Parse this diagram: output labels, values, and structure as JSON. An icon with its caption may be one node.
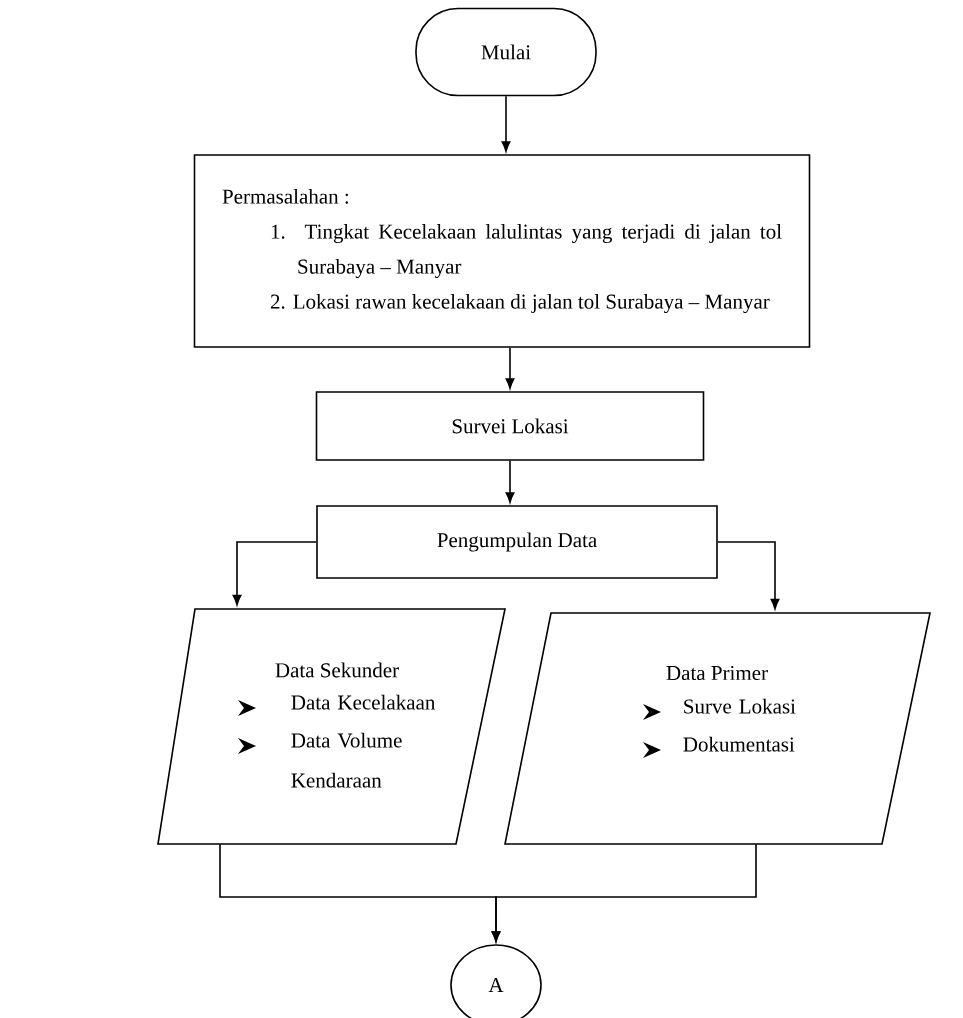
{
  "diagram": {
    "nodes": [
      {
        "text": [
          "Mulai"
        ]
      },
      {
        "text": [
          "Permasalahan :",
          "1. Tingkat Kecelakaan lalulintas yang terjadi di jalan tol Surabaya – Manyar",
          "2. Lokasi rawan kecelakaan di jalan tol Surabaya – Manyar"
        ]
      },
      {
        "text": [
          "Survei Lokasi"
        ]
      },
      {
        "text": [
          "Pengumpulan Data"
        ]
      },
      {
        "text": [
          "Data Sekunder",
          "Data Kecelakaan",
          "Data Volume Kendaraan"
        ]
      },
      {
        "text": [
          "Data Primer",
          "Surve Lokasi",
          "Dokumentasi"
        ]
      },
      {
        "text": [
          "A"
        ]
      }
    ],
    "edges": [
      {
        "from": 0,
        "to": 1,
        "arrow": "to"
      },
      {
        "from": 1,
        "to": 2,
        "arrow": "to"
      },
      {
        "from": 2,
        "to": 3,
        "arrow": "to"
      },
      {
        "from": 3,
        "to": 4,
        "arrow": "to"
      },
      {
        "from": 3,
        "to": 5,
        "arrow": "to"
      },
      {
        "from": 4,
        "to": 6,
        "arrow": "to"
      },
      {
        "from": 5,
        "to": 6,
        "arrow": "to"
      }
    ]
  }
}
